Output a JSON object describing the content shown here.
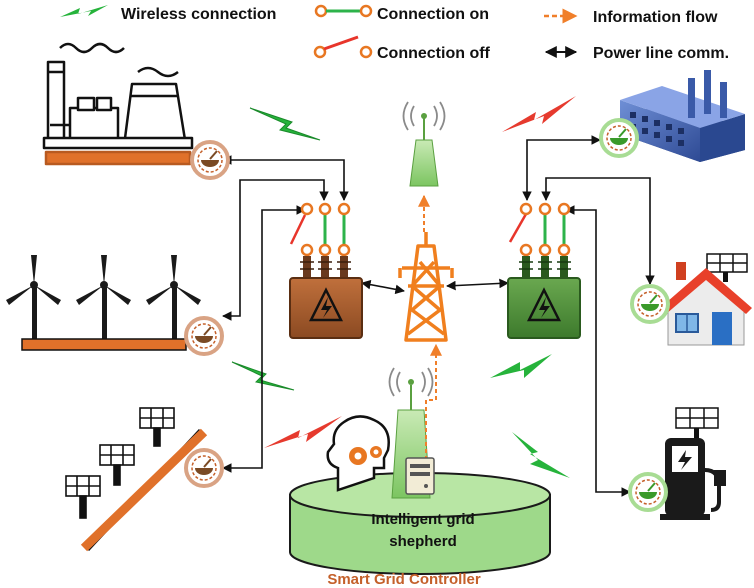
{
  "legend": {
    "wireless": "Wireless connection",
    "conn_on": "Connection on",
    "info_flow": "Information flow",
    "conn_off": "Connection off",
    "plc": "Power line comm."
  },
  "controller": {
    "line1": "Intelligent grid",
    "line2": "shepherd",
    "caption": "Smart Grid Controller"
  },
  "colors": {
    "green_line": "#2db34a",
    "off_line": "#e8352b",
    "switch_ring": "#e87722",
    "info_flow": "#f07f2a",
    "plc": "#111111",
    "wireless_green": "#26b33b",
    "wireless_red": "#e63a2e",
    "tower": "#f07f1e",
    "transformer_brown": "#a0582e",
    "transformer_green": "#4c8f3a",
    "platform_green": "#9ed98a",
    "substrate_orange": "#e0712a"
  },
  "icons": {
    "power_plant": "power-plant-icon",
    "wind_farm": "wind-turbine-icon",
    "solar_farm": "solar-panel-icon",
    "factory": "factory-icon",
    "house": "house-icon",
    "ev_charger": "ev-charger-icon",
    "pylon": "transmission-tower-icon",
    "antenna": "antenna-icon",
    "brain": "brain-gears-icon",
    "server": "server-icon",
    "smart_meter": "smart-meter-icon"
  }
}
